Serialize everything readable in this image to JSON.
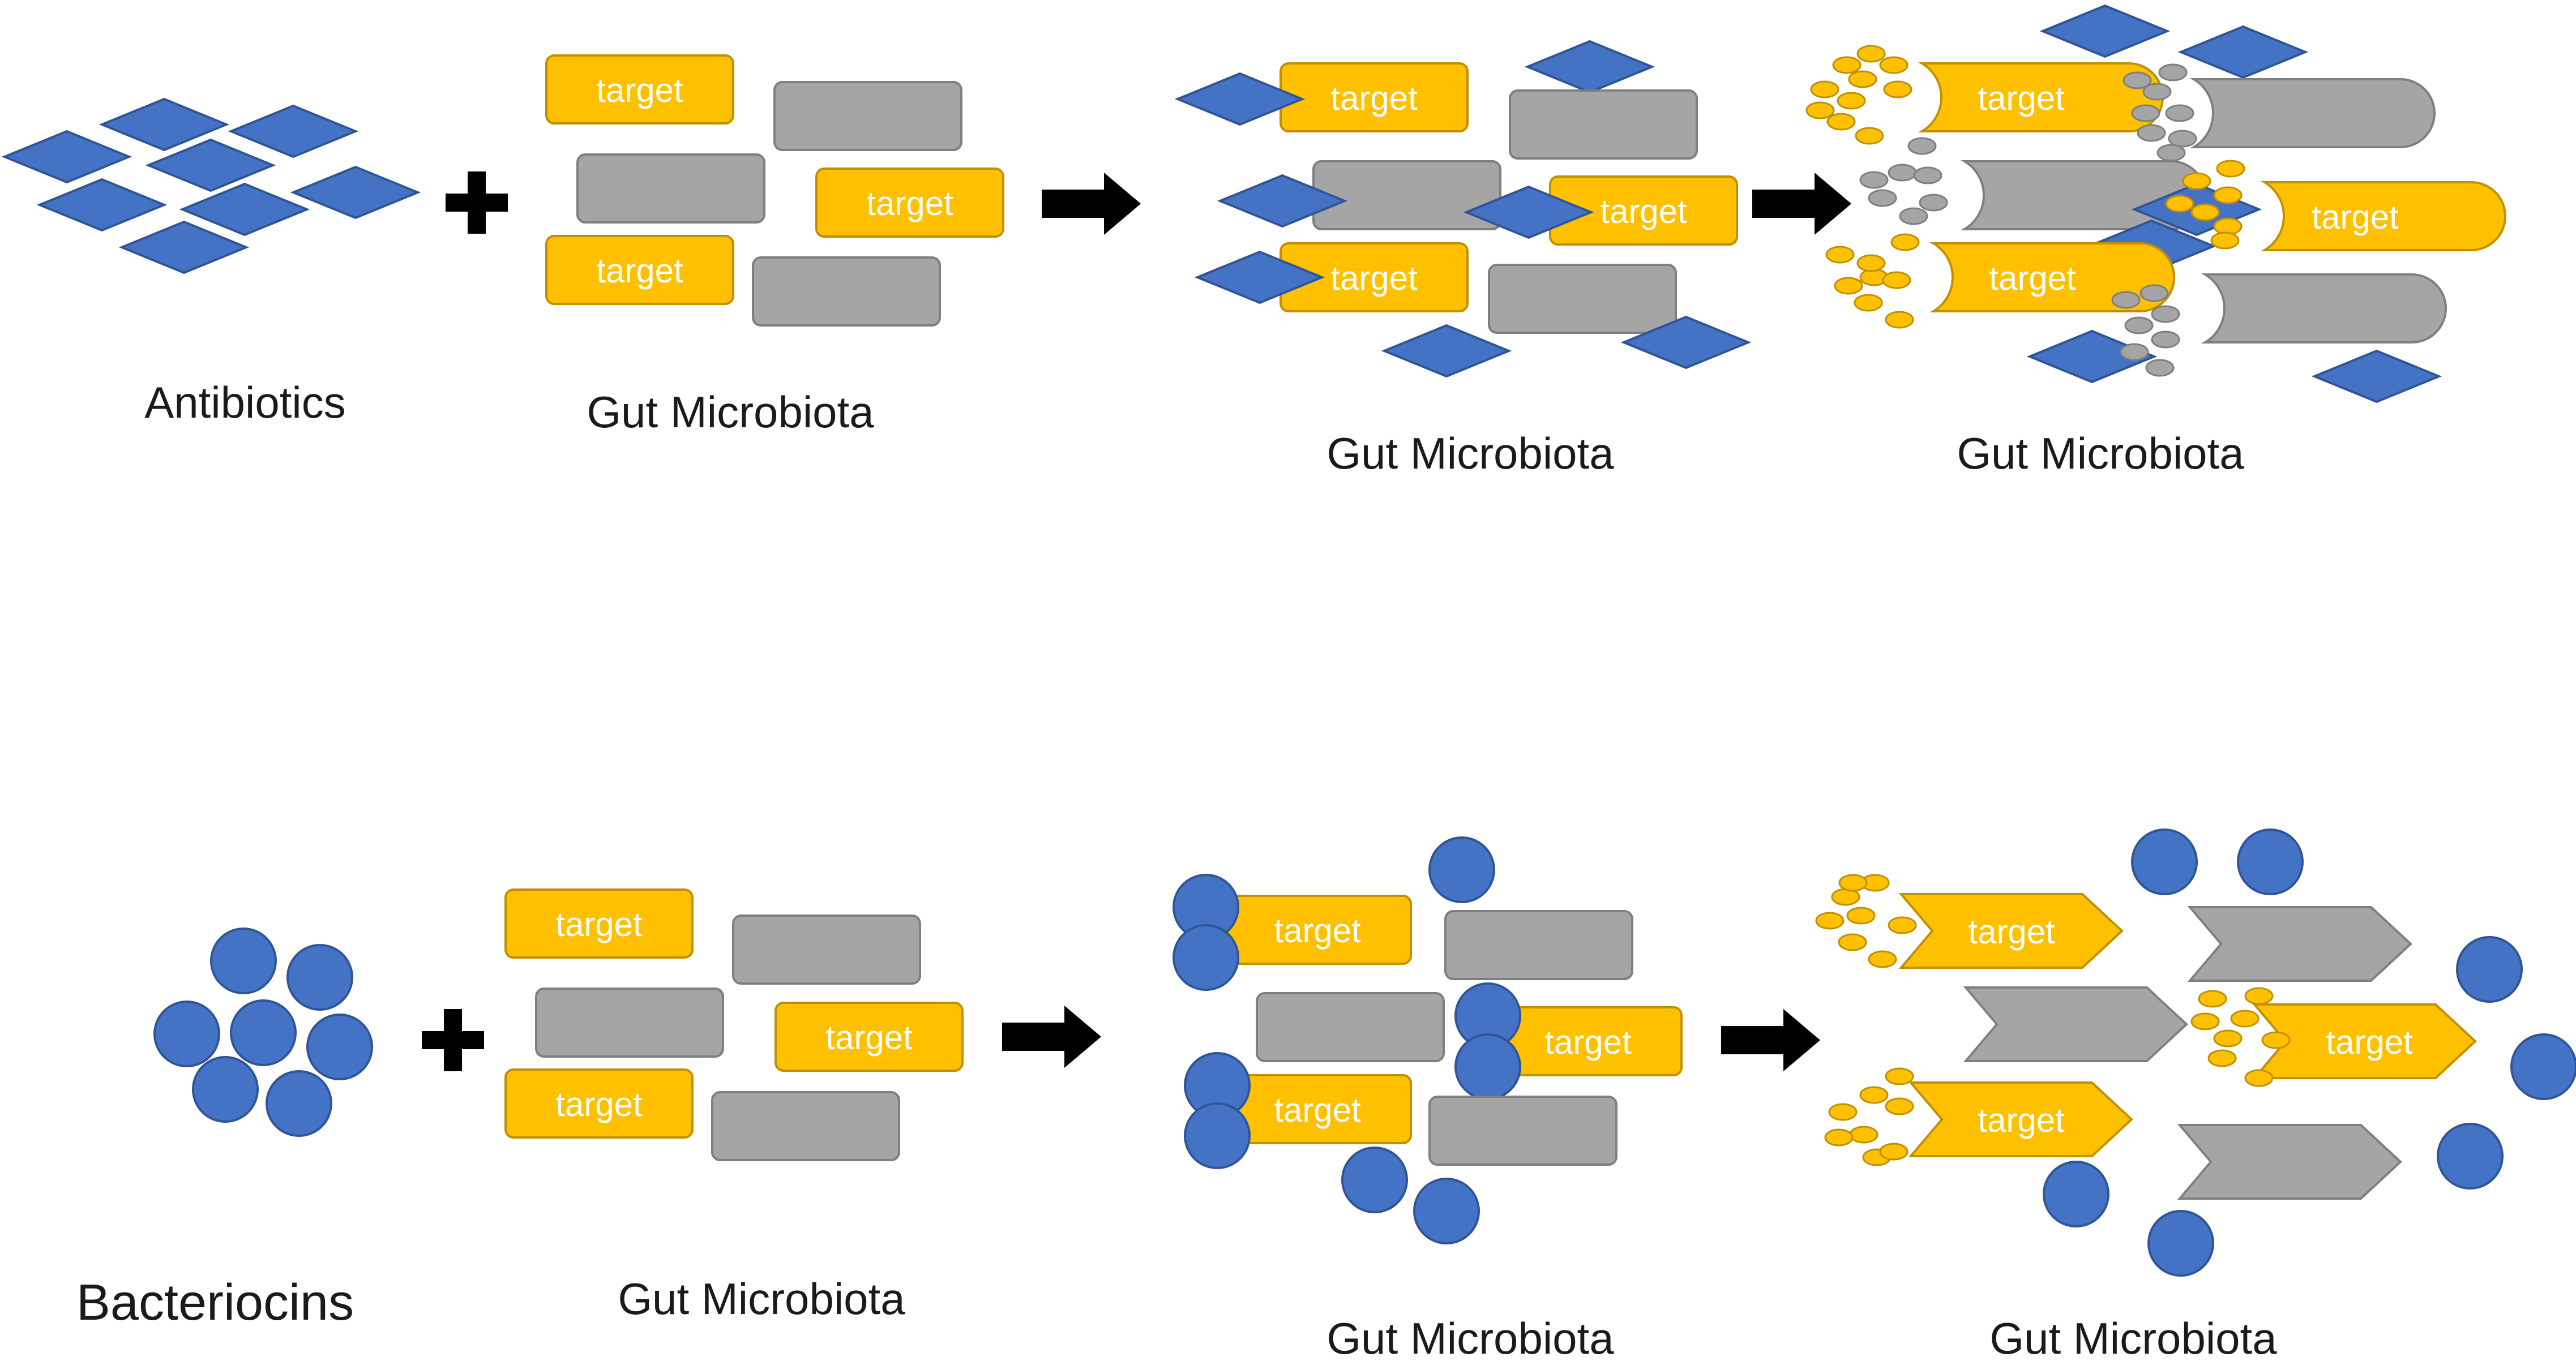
{
  "labels": {
    "antibiotics": "Antibiotics",
    "bacteriocins": "Bacteriocins",
    "gut_microbiota": "Gut Microbiota",
    "target": "target"
  },
  "colors": {
    "drug_blue": "#4472C4",
    "drug_blue_stroke": "#2F5597",
    "target_yellow": "#FFC000",
    "target_stroke": "#BF9000",
    "bacterium_gray": "#A5A5A5",
    "bacterium_stroke": "#7F7F7F",
    "operator": "#000000"
  },
  "icons": [
    "plus-icon",
    "arrow-right-icon",
    "diamond-icon",
    "circle-icon",
    "lysed-cell-icon",
    "chevron-cell-icon"
  ]
}
